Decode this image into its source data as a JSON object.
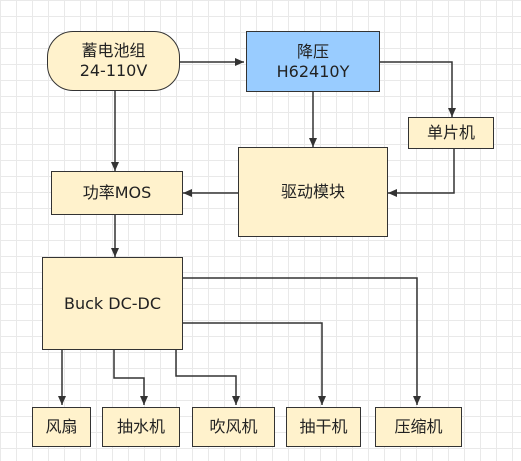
{
  "nodes": {
    "battery": {
      "line1": "蓄电池组",
      "line2": "24-110V"
    },
    "buck_converter": {
      "line1": "降压",
      "line2": "H62410Y"
    },
    "mcu": {
      "label": "单片机"
    },
    "power_mos": {
      "label": "功率MOS"
    },
    "driver_module": {
      "label": "驱动模块"
    },
    "buck_dcdc": {
      "label": "Buck DC-DC"
    },
    "loads": [
      {
        "label": "风扇"
      },
      {
        "label": "抽水机"
      },
      {
        "label": "吹风机"
      },
      {
        "label": "抽干机"
      },
      {
        "label": "压缩机"
      }
    ]
  },
  "colors": {
    "box_fill": "#fff2cc",
    "highlight_fill": "#99ccff",
    "stroke": "#333333",
    "grid": "#e9e9e9"
  }
}
